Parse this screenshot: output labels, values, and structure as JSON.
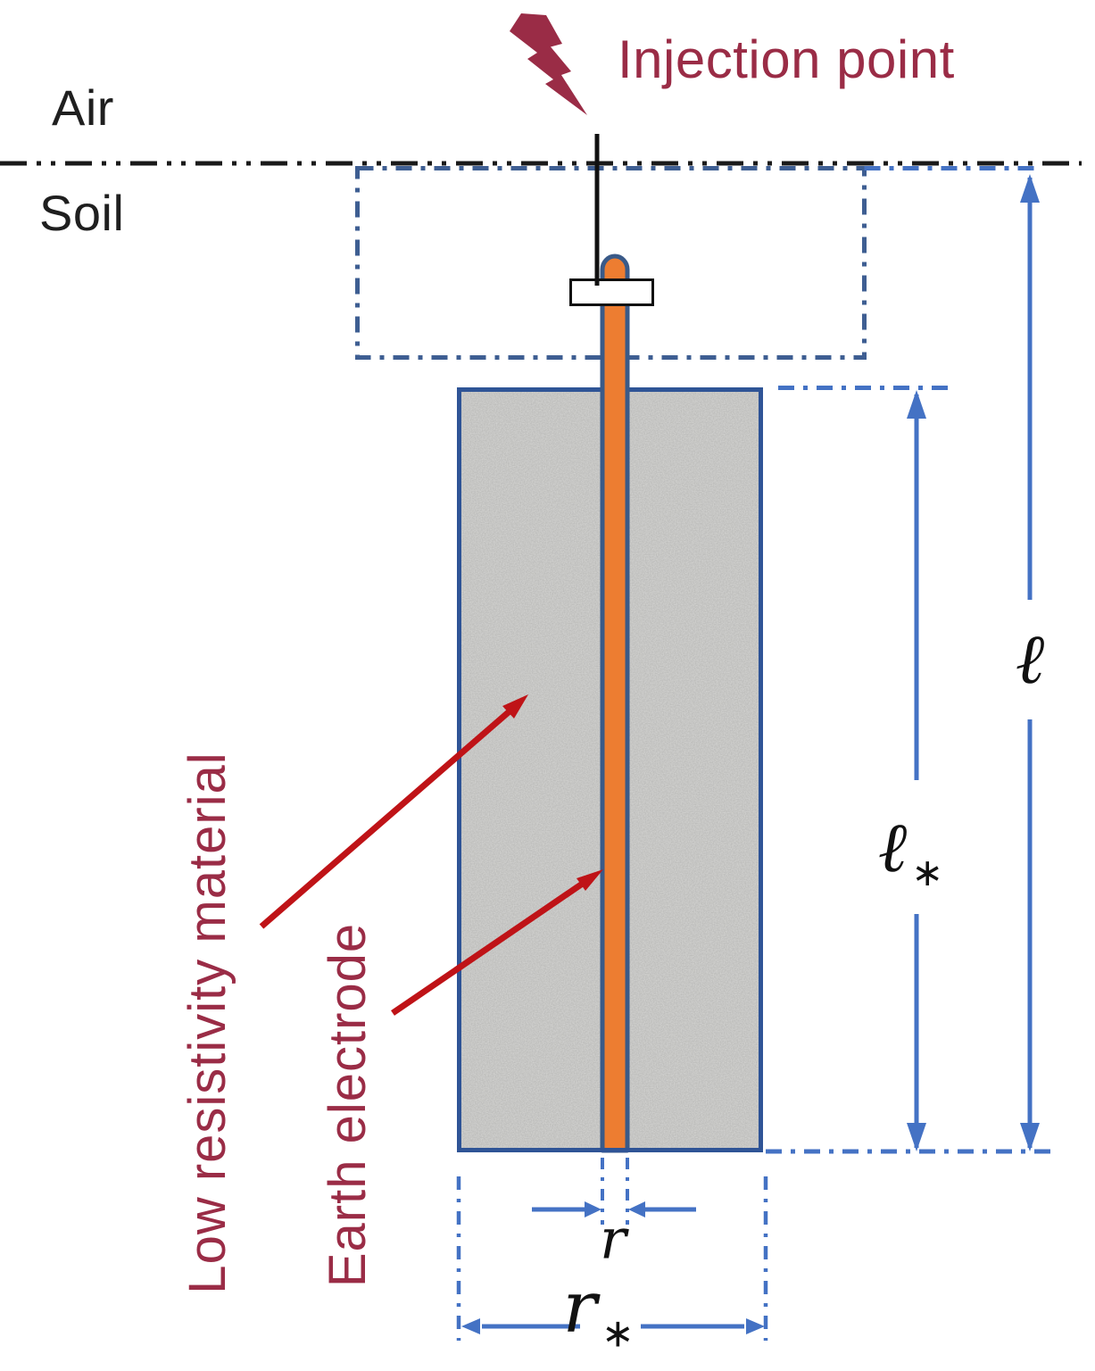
{
  "labels": {
    "air": "Air",
    "soil": "Soil",
    "injection_point": "Injection point",
    "low_resistivity_material": "Low resistivity material",
    "earth_electrode": "Earth electrode"
  },
  "dimensions": {
    "length_total": {
      "symbol": "ℓ"
    },
    "length_backfill": {
      "symbol": "ℓ",
      "subscript": "∗"
    },
    "radius_electrode": {
      "symbol": "r"
    },
    "radius_backfill": {
      "symbol": "r",
      "subscript": "∗"
    }
  },
  "icons": {
    "injection_bolt": "lightning-bolt"
  },
  "colors": {
    "maroon_text": "#9A2C46",
    "callout_arrow_red": "#BF1317",
    "dimension_blue": "#4472C4",
    "boundary_dash_blue": "#3E5E92",
    "outline_navy": "#2F5496",
    "electrode_orange": "#ED7D31",
    "electrode_outline": "#3A5A88",
    "backfill_gray": "#D7D7D5",
    "ground_line_black": "#1A1A1A",
    "collar_white": "#FFFFFF"
  }
}
